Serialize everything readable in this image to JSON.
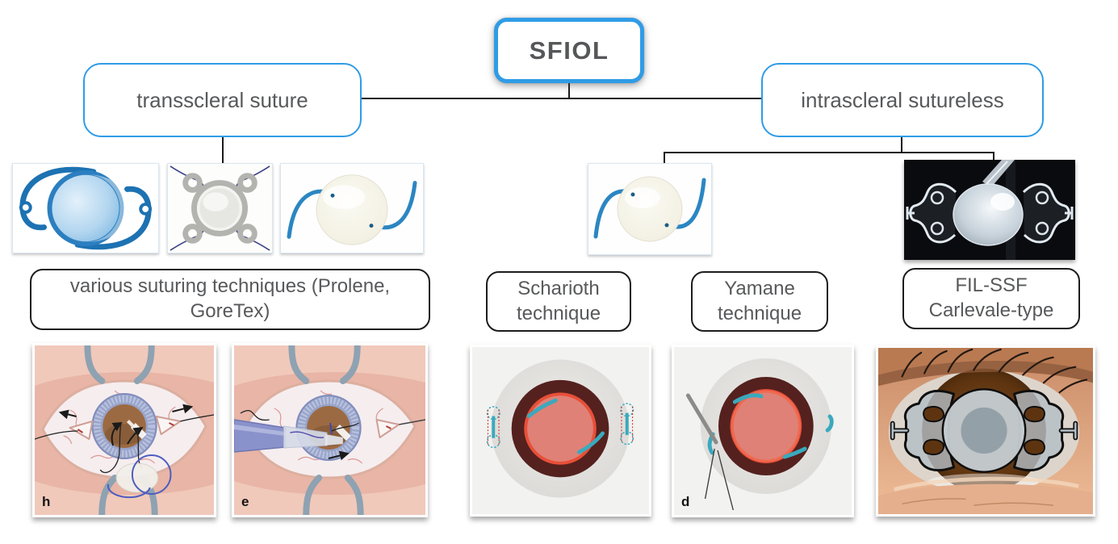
{
  "root_box": {
    "label": "SFIOL"
  },
  "level1": {
    "left": {
      "label": "transscleral suture"
    },
    "right": {
      "label": "intrascleral sutureless"
    }
  },
  "technique_labels": {
    "suturing": "various suturing techniques (Prolene, GoreTex)",
    "scharioth": "Scharioth technique",
    "yamane": "Yamane technique",
    "carlevale": "FIL-SSF Carlevale-type"
  },
  "panel_letters": {
    "h": "h",
    "e": "e",
    "d": "d"
  },
  "colors": {
    "accent_blue": "#2f9ce6",
    "connector_black": "#1b1b1b",
    "text_gray": "#58595b"
  }
}
